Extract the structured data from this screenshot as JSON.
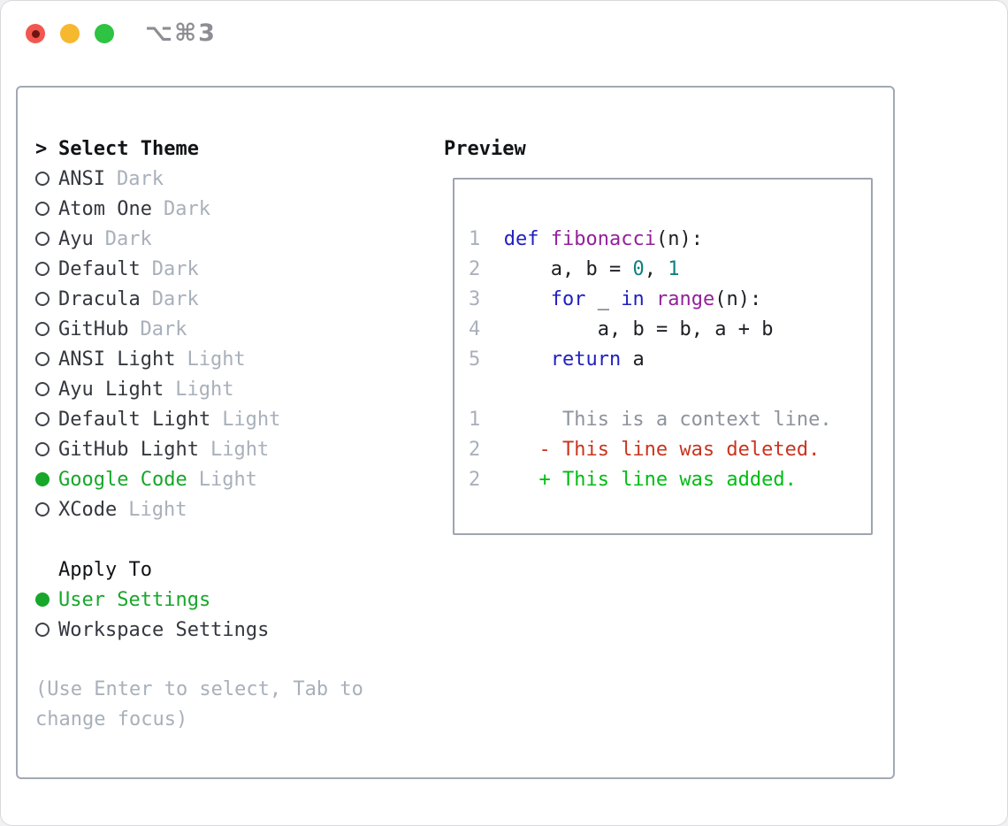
{
  "window": {
    "title": "⌥⌘3",
    "traffic_lights": {
      "close_color": "#f2574f",
      "close_dot_color": "#6e1511",
      "minimize_color": "#f6b82f",
      "zoom_color": "#2ec342"
    }
  },
  "theme_panel": {
    "prompt": ">",
    "header": "Select Theme",
    "themes": [
      {
        "name": "ANSI",
        "variant": "Dark",
        "selected": false
      },
      {
        "name": "Atom One",
        "variant": "Dark",
        "selected": false
      },
      {
        "name": "Ayu",
        "variant": "Dark",
        "selected": false
      },
      {
        "name": "Default",
        "variant": "Dark",
        "selected": false
      },
      {
        "name": "Dracula",
        "variant": "Dark",
        "selected": false
      },
      {
        "name": "GitHub",
        "variant": "Dark",
        "selected": false
      },
      {
        "name": "ANSI Light",
        "variant": "Light",
        "selected": false
      },
      {
        "name": "Ayu Light",
        "variant": "Light",
        "selected": false
      },
      {
        "name": "Default Light",
        "variant": "Light",
        "selected": false
      },
      {
        "name": "GitHub Light",
        "variant": "Light",
        "selected": false
      },
      {
        "name": "Google Code",
        "variant": "Light",
        "selected": true
      },
      {
        "name": "XCode",
        "variant": "Light",
        "selected": false
      }
    ],
    "apply_to": {
      "header": "Apply To",
      "options": [
        {
          "label": "User Settings",
          "selected": true
        },
        {
          "label": "Workspace Settings",
          "selected": false
        }
      ]
    },
    "help": "(Use Enter to select, Tab to change focus)"
  },
  "preview_panel": {
    "header": "Preview",
    "lines": [
      {
        "num": "1",
        "tokens": [
          [
            "pln",
            "  "
          ],
          [
            "kw",
            "def"
          ],
          [
            "pln",
            " "
          ],
          [
            "fn",
            "fibonacci"
          ],
          [
            "pln",
            "(n):"
          ]
        ]
      },
      {
        "num": "2",
        "tokens": [
          [
            "pln",
            "      "
          ],
          [
            "pln",
            "a"
          ],
          [
            "pln",
            ", "
          ],
          [
            "pln",
            "b"
          ],
          [
            "pln",
            " = "
          ],
          [
            "lit",
            "0"
          ],
          [
            "pln",
            ", "
          ],
          [
            "lit",
            "1"
          ]
        ]
      },
      {
        "num": "3",
        "tokens": [
          [
            "pln",
            "      "
          ],
          [
            "kw",
            "for"
          ],
          [
            "pln",
            " _ "
          ],
          [
            "kw",
            "in"
          ],
          [
            "pln",
            " "
          ],
          [
            "fn",
            "range"
          ],
          [
            "pln",
            "(n):"
          ]
        ]
      },
      {
        "num": "4",
        "tokens": [
          [
            "pln",
            "          "
          ],
          [
            "pln",
            "a"
          ],
          [
            "pln",
            ", "
          ],
          [
            "pln",
            "b"
          ],
          [
            "pln",
            " = "
          ],
          [
            "pln",
            "b"
          ],
          [
            "pln",
            ", "
          ],
          [
            "pln",
            "a"
          ],
          [
            "pln",
            " + "
          ],
          [
            "pln",
            "b"
          ]
        ]
      },
      {
        "num": "5",
        "tokens": [
          [
            "pln",
            "      "
          ],
          [
            "kw",
            "return"
          ],
          [
            "pln",
            " "
          ],
          [
            "pln",
            "a"
          ]
        ]
      },
      {
        "num": "",
        "tokens": []
      },
      {
        "num": "1",
        "tokens": [
          [
            "ctx",
            "       This is a context line."
          ]
        ]
      },
      {
        "num": "2",
        "tokens": [
          [
            "del",
            "     - This line was deleted."
          ]
        ]
      },
      {
        "num": "2",
        "tokens": [
          [
            "add",
            "     + This line was added."
          ]
        ]
      }
    ]
  },
  "colors": {
    "kw": "#2020c0",
    "fn": "#93219b",
    "lit": "#0e7f7f",
    "pln": "#1d1f24",
    "ctx": "#8d939c",
    "del": "#c8351f",
    "add": "#00bd13",
    "line_number": "#a9b0bc",
    "select_green": "#17a72a",
    "theme_name": "#34373e",
    "muted": "#a8b0ba",
    "radio_outline": "#3f434a"
  }
}
